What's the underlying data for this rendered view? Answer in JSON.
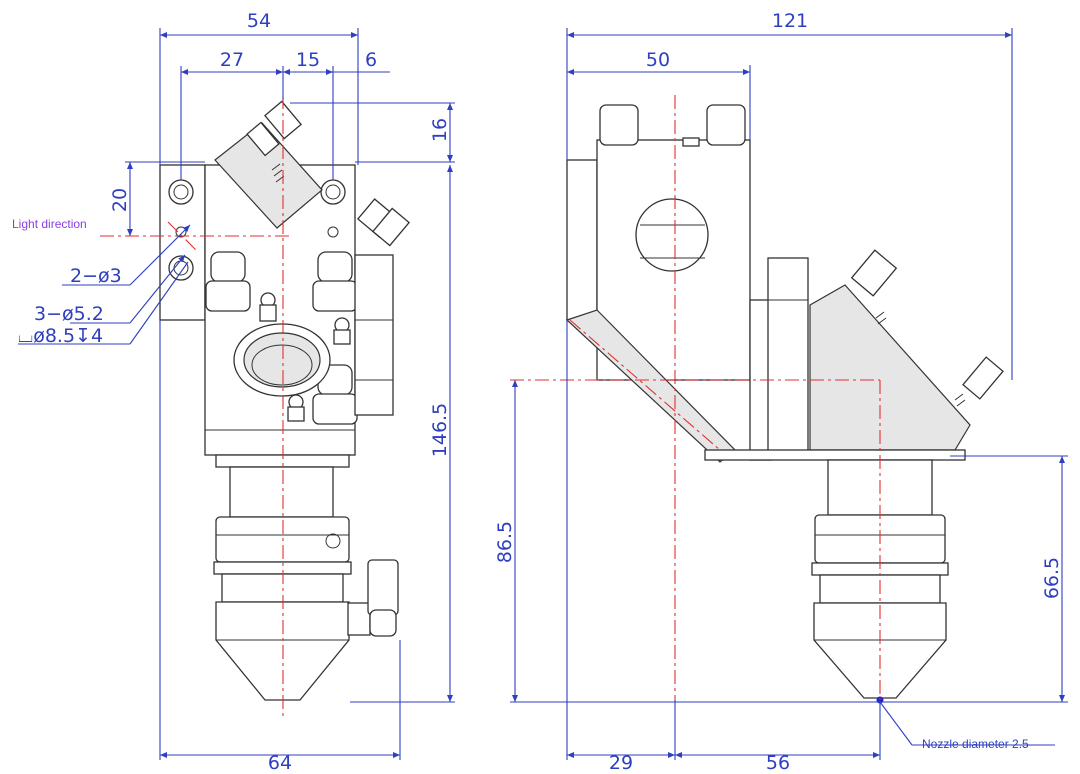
{
  "dimensions": {
    "front": {
      "top_width": "54",
      "d27": "27",
      "d15": "15",
      "d6": "6",
      "d16": "16",
      "d20": "20",
      "hole_small": "2−ø3",
      "hole_large": "3−ø5.2",
      "counterbore": "⌴ø8.5↧4",
      "height": "146.5",
      "bottom_width": "64"
    },
    "side": {
      "top_width": "121",
      "d50": "50",
      "d86": "86.5",
      "d66": "66.5",
      "d29": "29",
      "d56": "56"
    }
  },
  "annotations": {
    "light_direction": "Light direction",
    "nozzle": "Nozzle diameter 2.5"
  },
  "colors": {
    "dimension": "#2f3fbf",
    "centerline": "#e03030",
    "annotation": "#8a3fe0",
    "part_outline": "#333333"
  }
}
